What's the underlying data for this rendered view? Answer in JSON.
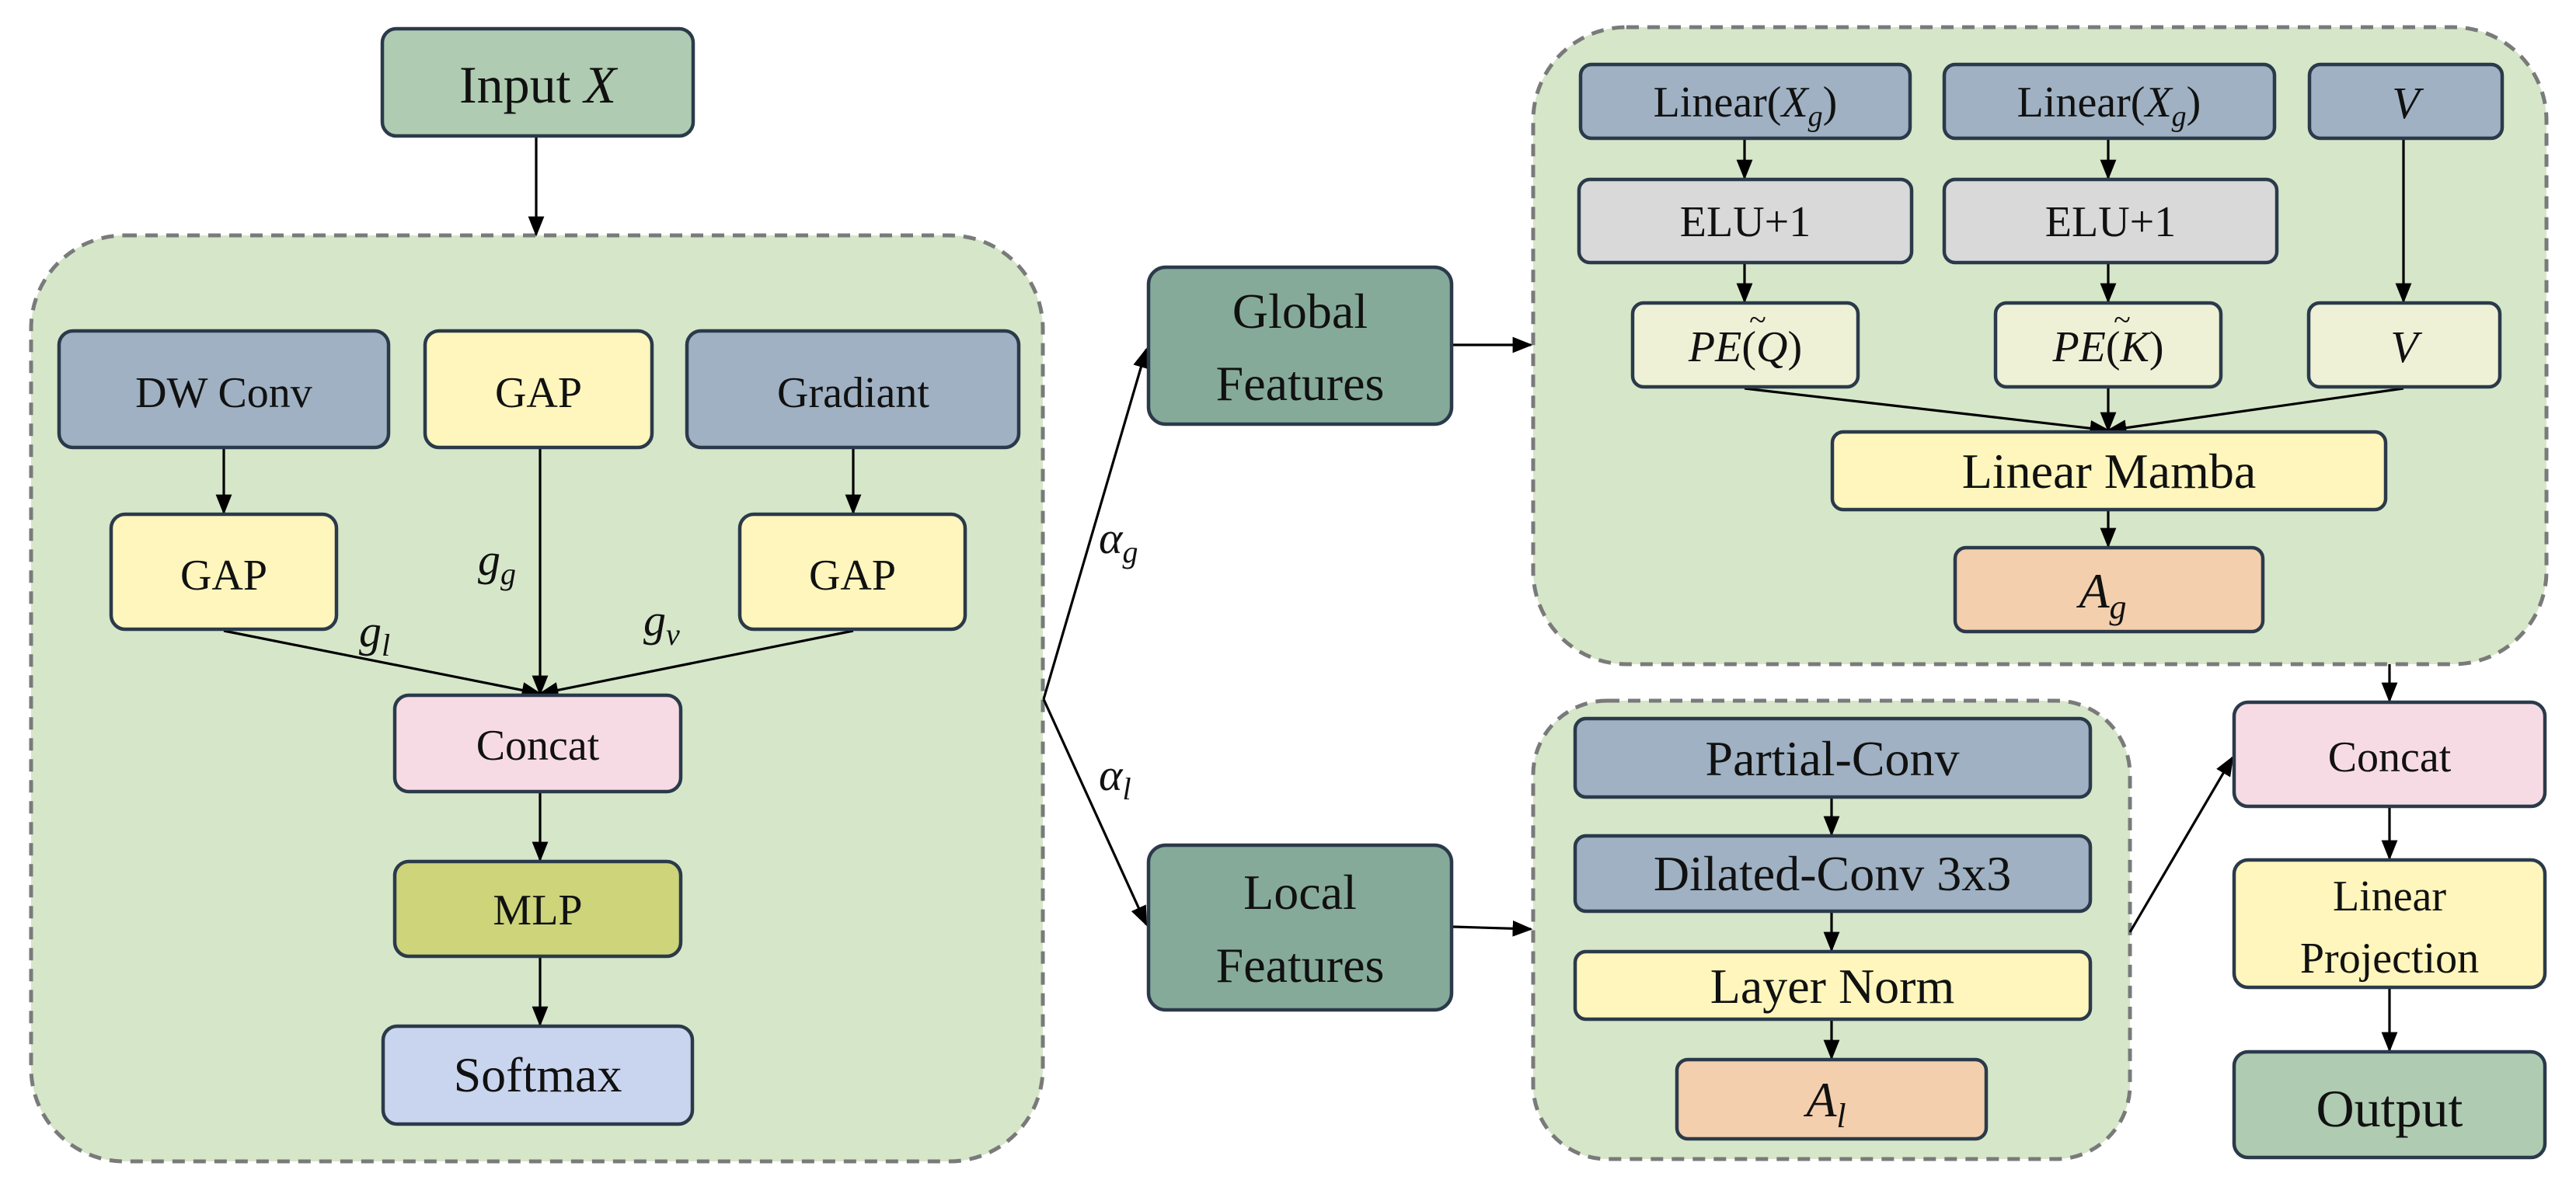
{
  "colors": {
    "group_fill": "#d6e6c9",
    "green_dark": "#86aa9a",
    "green_light": "#afcbb1",
    "slate": "#9fb1c2",
    "yellow": "#fef6bc",
    "pink": "#f7dbe4",
    "olive": "#cdd47a",
    "lavender": "#c9d5ee",
    "grey": "#d9d9d9",
    "cream": "#eef1d6",
    "peach": "#f3cfad"
  },
  "nodes": {
    "input": {
      "label": "Input ",
      "var": "X"
    },
    "dw_conv": {
      "label": "DW Conv"
    },
    "gap_top": {
      "label": "GAP"
    },
    "gradiant": {
      "label": "Gradiant"
    },
    "gap_left": {
      "label": "GAP"
    },
    "gap_right": {
      "label": "GAP"
    },
    "concat_left": {
      "label": "Concat"
    },
    "mlp": {
      "label": "MLP"
    },
    "softmax": {
      "label": "Softmax"
    },
    "global_features": {
      "line1": "Global",
      "line2": "Features"
    },
    "local_features": {
      "line1": "Local",
      "line2": "Features"
    },
    "linear_xg_1": {
      "prefix": "Linear(",
      "var": "X",
      "sub": "g",
      "suffix": ")"
    },
    "linear_xg_2": {
      "prefix": "Linear(",
      "var": "X",
      "sub": "g",
      "suffix": ")"
    },
    "v_top": {
      "var": "V"
    },
    "elu_1": {
      "label": "ELU+1"
    },
    "elu_2": {
      "label": "ELU+1"
    },
    "pe_q": {
      "fn": "PE",
      "open": "(",
      "var": "Q",
      "accent": "~",
      "close": ")"
    },
    "pe_k": {
      "fn": "PE",
      "open": "(",
      "var": "K",
      "accent": "~",
      "close": ")"
    },
    "v_mid": {
      "var": "V"
    },
    "linear_mamba": {
      "label": "Linear Mamba"
    },
    "a_g": {
      "var": "A",
      "sub": "g"
    },
    "partial_conv": {
      "label": "Partial-Conv"
    },
    "dilated_conv": {
      "label": "Dilated-Conv 3x3"
    },
    "layer_norm": {
      "label": "Layer Norm"
    },
    "a_l": {
      "var": "A",
      "sub": "l"
    },
    "concat_right": {
      "label": "Concat"
    },
    "linear_projection": {
      "line1": "Linear",
      "line2": "Projection"
    },
    "output": {
      "label": "Output"
    }
  },
  "edge_labels": {
    "g_l": {
      "var": "g",
      "sub": "l"
    },
    "g_g": {
      "var": "g",
      "sub": "g"
    },
    "g_v": {
      "var": "g",
      "sub": "v"
    },
    "alpha_g": {
      "var": "α",
      "sub": "g"
    },
    "alpha_l": {
      "var": "α",
      "sub": "l"
    }
  }
}
